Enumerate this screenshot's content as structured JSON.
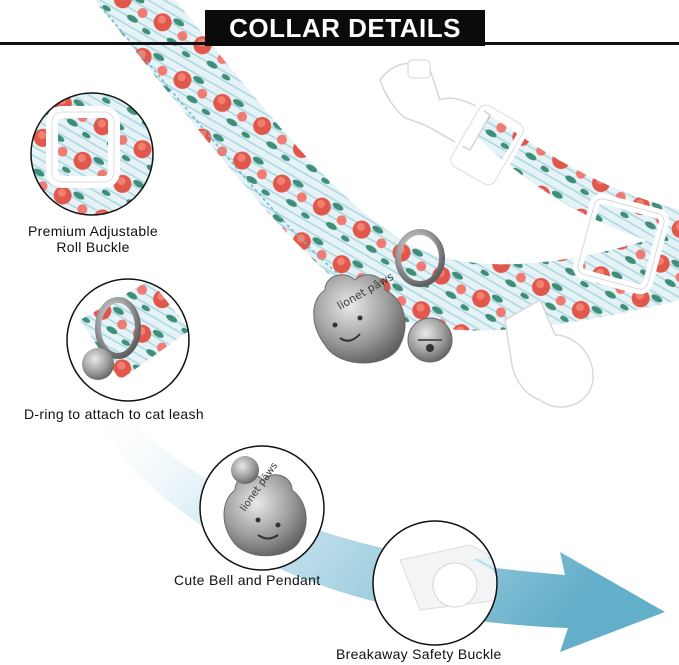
{
  "header": {
    "title": "COLLAR DETAILS"
  },
  "features": [
    {
      "label_line1": "Premium Adjustable",
      "label_line2": "Roll Buckle"
    },
    {
      "label": "D-ring to attach to cat leash"
    },
    {
      "label": "Cute Bell and Pendant"
    },
    {
      "label": "Breakaway Safety Buckle"
    }
  ],
  "pendant": {
    "text": "lionet pāws"
  },
  "colors": {
    "arrow": "#6fb6cf",
    "fabric": "#e3f1f5",
    "rose": "#e2574c",
    "leaf": "#3f8f78",
    "metal": "#9a9a9a"
  }
}
